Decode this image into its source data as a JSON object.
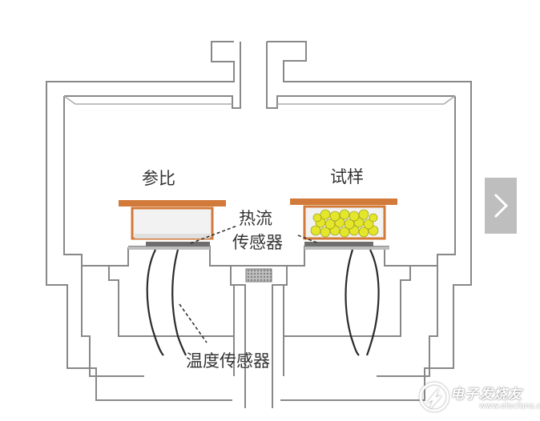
{
  "labels": {
    "reference": "参比",
    "sample": "试样",
    "heat_flow_line1": "热流",
    "heat_flow_line2": "传感器",
    "temp_sensor": "温度传感器"
  },
  "watermark": {
    "brand": "电子发烧友",
    "url": "www.elecfans.com"
  },
  "icons": {
    "next": "chevron-right-icon",
    "logo": "elecfans-logo-icon"
  },
  "colors": {
    "outline": "#888888",
    "pan": "#d27a3a",
    "sample_beads": "#e3e62a",
    "sensor_plate": "#6e6e6e",
    "arrow_bg": "#b9b9b9"
  }
}
